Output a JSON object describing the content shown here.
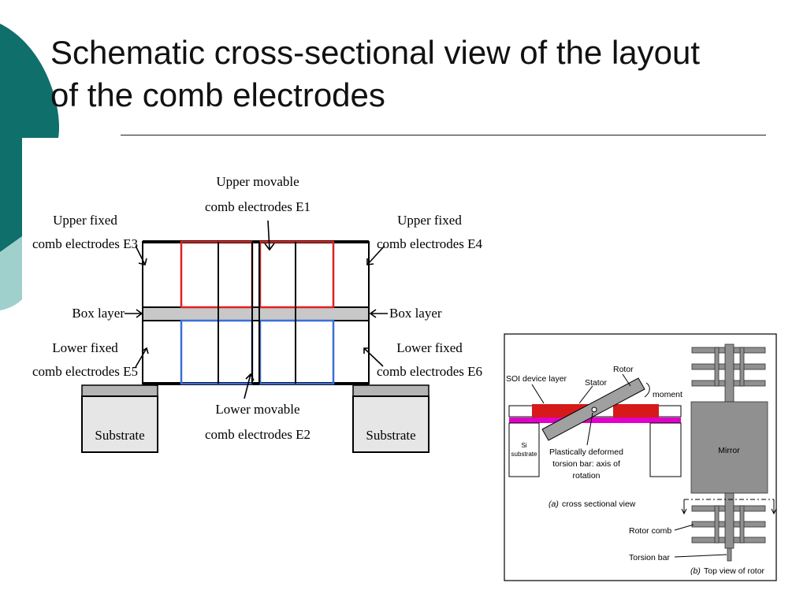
{
  "title_lines": [
    "Schematic cross-sectional view of the layout",
    "of the comb electrodes"
  ],
  "colors": {
    "teal_dark": "#0f6f6b",
    "teal_light": "#9fd0cc",
    "red": "#e02020",
    "blue": "#3a6fd8",
    "box_grey": "#c8c8c8",
    "magenta": "#e000c8"
  },
  "left_diagram": {
    "upper_movable": [
      "Upper movable",
      "comb electrodes E1"
    ],
    "upper_fixed_left": [
      "Upper fixed",
      "comb electrodes E3"
    ],
    "upper_fixed_right": [
      "Upper fixed",
      "comb electrodes E4"
    ],
    "box_layer_left": "Box layer",
    "box_layer_right": "Box layer",
    "lower_fixed_left": [
      "Lower fixed",
      "comb electrodes E5"
    ],
    "lower_fixed_right": [
      "Lower fixed",
      "comb electrodes E6"
    ],
    "lower_movable": [
      "Lower movable",
      "comb electrodes E2"
    ],
    "substrate_left": "Substrate",
    "substrate_right": "Substrate"
  },
  "right_figure": {
    "soi_device_layer": "SOI device layer",
    "stator": "Stator",
    "rotor": "Rotor",
    "moment": "moment",
    "si_substrate": [
      "Si",
      "substrate"
    ],
    "torsion_note": [
      "Plastically deformed",
      "torsion bar: axis of",
      "rotation"
    ],
    "caption_a_letter": "(a)",
    "caption_a_text": "cross sectional view",
    "mirror": "Mirror",
    "rotor_comb": "Rotor comb",
    "torsion_bar": "Torsion bar",
    "caption_b_letter": "(b)",
    "caption_b_text": "Top view of rotor"
  }
}
